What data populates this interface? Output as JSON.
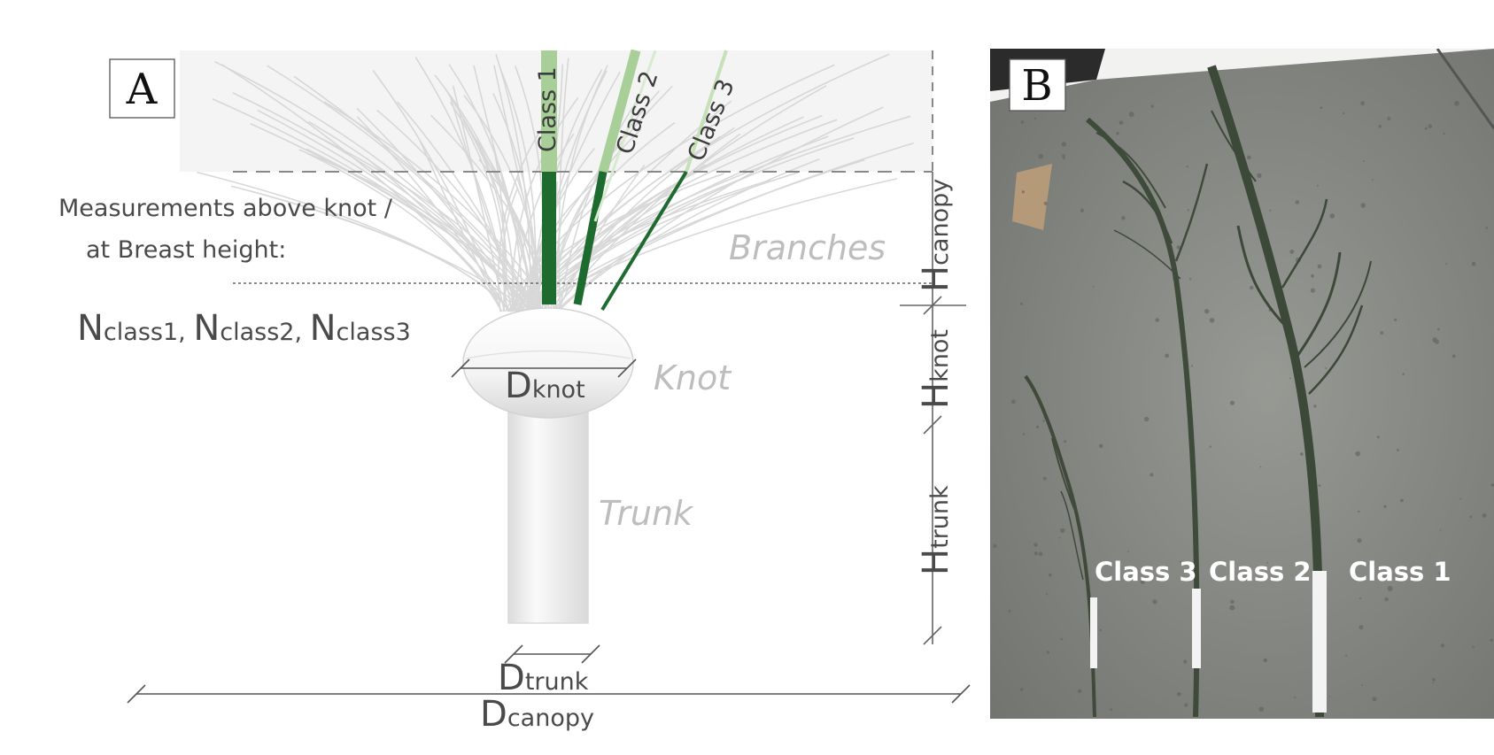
{
  "panel_a": {
    "letter": "A",
    "measurement_line1": "Measurements above knot /",
    "measurement_line2": "at Breast height:",
    "n_counts": [
      {
        "main": "N",
        "sub": "class1",
        "sep": ", "
      },
      {
        "main": "N",
        "sub": "class2",
        "sep": ", "
      },
      {
        "main": "N",
        "sub": "class3",
        "sep": ""
      }
    ],
    "branch_classes": [
      "Class 1",
      "Class 2",
      "Class 3"
    ],
    "part_labels": {
      "branches": "Branches",
      "knot": "Knot",
      "trunk": "Trunk"
    },
    "dims": {
      "d_knot": {
        "main": "D",
        "sub": "knot"
      },
      "d_trunk": {
        "main": "D",
        "sub": "trunk"
      },
      "d_canopy": {
        "main": "D",
        "sub": "canopy"
      },
      "h_canopy": {
        "main": "H",
        "sub": "canopy"
      },
      "h_knot": {
        "main": "H",
        "sub": "knot"
      },
      "h_trunk": {
        "main": "H",
        "sub": "trunk"
      }
    },
    "colors": {
      "branch_dark": "#1e6b30",
      "branch_light": "#a8cf98",
      "background_branches": "#d6d6d6"
    }
  },
  "panel_b": {
    "letter": "B",
    "labels": [
      "Class 3",
      "Class 2",
      "Class 1"
    ],
    "colors": {
      "floor": "#8a8c88",
      "floor_dark": "#6e706c"
    }
  }
}
